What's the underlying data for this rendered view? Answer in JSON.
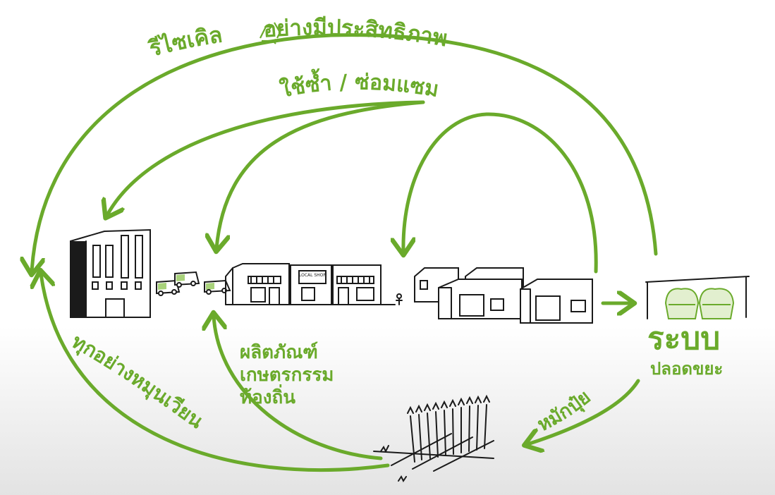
{
  "colors": {
    "accent": "#6aaa2b",
    "ink": "#1a1a1a"
  },
  "labels": {
    "recycle": "รีไซเคิล",
    "recycle_suffix": "อย่างมีประสิทธิภาพ",
    "reuse_repair": "ใช้ซ้ำ / ซ่อมแซม",
    "local_products_line1": "ผลิตภัณฑ์",
    "local_products_line2": "เกษตรกรรม",
    "local_products_line3": "ท้องถิ่น",
    "waste_system_title": "ระบบ",
    "waste_system_subtitle": "ปลอดขยะ",
    "compost": "หมักปุ๋ย",
    "circular": "ทุกอย่างหมุนเวียน",
    "shop_sign": "LOCAL SHOP"
  },
  "icons": [
    "recycle-icon",
    "factory-icon",
    "van-icon",
    "shop-row-icon",
    "house-icon",
    "compost-bin-icon",
    "wheat-field-icon"
  ]
}
